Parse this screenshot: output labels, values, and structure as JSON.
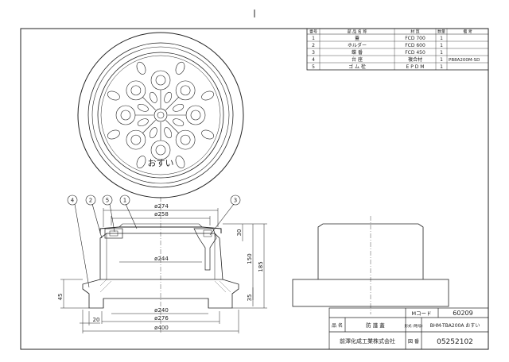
{
  "parts_table": {
    "headers": [
      "番号",
      "部 品 名 称",
      "材 質",
      "数量",
      "備 考"
    ],
    "rows": [
      [
        "1",
        "蓋",
        "FCD 700",
        "1",
        ""
      ],
      [
        "2",
        "ホルダー",
        "FCD 600",
        "1",
        ""
      ],
      [
        "3",
        "蝶 番",
        "FCD 450",
        "1",
        ""
      ],
      [
        "4",
        "台 座",
        "複合材",
        "1",
        "PB8A200M-SD"
      ],
      [
        "5",
        "ゴ ム 栓",
        "E P D M",
        "1",
        ""
      ]
    ]
  },
  "lid_label": "おすい",
  "callouts": [
    "4",
    "2",
    "5",
    "1",
    "3"
  ],
  "dimensions": {
    "d274": "ø274",
    "d258": "ø258",
    "d244": "ø244",
    "d240": "ø240",
    "d276": "ø276",
    "d400": "ø400",
    "h30": "30",
    "h150": "150",
    "h185": "185",
    "h35": "35",
    "h45": "45",
    "w20": "20"
  },
  "title_block": {
    "code_label": "Mコード",
    "code_value": "60209",
    "name_label": "品 名",
    "name_value": "防 護 蓋",
    "model_label": "形式 (略号)",
    "model_value": "BHM-TBA200A おすい",
    "company": "前澤化成工業株式会社",
    "drawing_no_label": "図 番",
    "drawing_no_value": "05252102"
  }
}
